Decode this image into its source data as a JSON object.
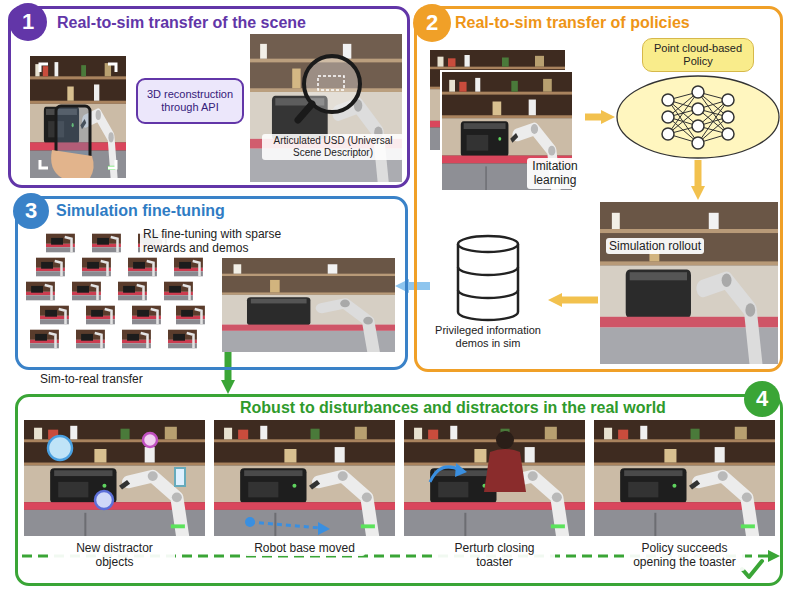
{
  "diagram": {
    "nodes": [
      {
        "text": [
          "Real-to-sim transfer of the scene"
        ]
      },
      {
        "text": [
          "1"
        ],
        "in": 0
      },
      {
        "text": [
          "3D reconstruction through API"
        ],
        "in": 0
      },
      {
        "text": [
          "Real-to-sim transfer of policies"
        ]
      },
      {
        "text": [
          "2"
        ],
        "in": 3
      },
      {
        "text": [
          "Imitation learning"
        ],
        "in": 3
      },
      {
        "text": [
          "Point cloud-based Policy"
        ],
        "in": 3
      },
      {
        "text": [
          "Simulation rollout"
        ],
        "in": 3
      },
      {
        "text": [
          "Privileged information demos in sim"
        ],
        "in": 3
      },
      {
        "text": [
          "Simulation fine-tuning"
        ]
      },
      {
        "text": [
          "3"
        ],
        "in": 9
      },
      {
        "text": [
          "RL fine-tuning with sparse rewards and demos"
        ],
        "in": 9
      },
      {
        "text": [
          "Robust to disturbances and distractors in the real world"
        ]
      },
      {
        "text": [
          "4"
        ],
        "in": 12
      },
      {
        "text": [
          "New distractor objects"
        ],
        "in": 12
      },
      {
        "text": [
          "Robot base moved"
        ],
        "in": 12
      },
      {
        "text": [
          "Perturb closing toaster"
        ],
        "in": 12
      },
      {
        "text": [
          "Policy succeeds opening the toaster"
        ],
        "in": 12
      }
    ],
    "edges": [
      {
        "from": 5,
        "to": 6,
        "arrow": "to"
      },
      {
        "from": 6,
        "to": 7,
        "arrow": "to"
      },
      {
        "from": 7,
        "to": 8,
        "arrow": "to"
      },
      {
        "from": 8,
        "to": 11,
        "arrow": "to"
      },
      {
        "from": 11,
        "to": 12,
        "arrow": "to"
      }
    ],
    "labels": [
      "Articulated USD (Universal Scene Descriptor)",
      "Sim-to-real transfer"
    ]
  }
}
